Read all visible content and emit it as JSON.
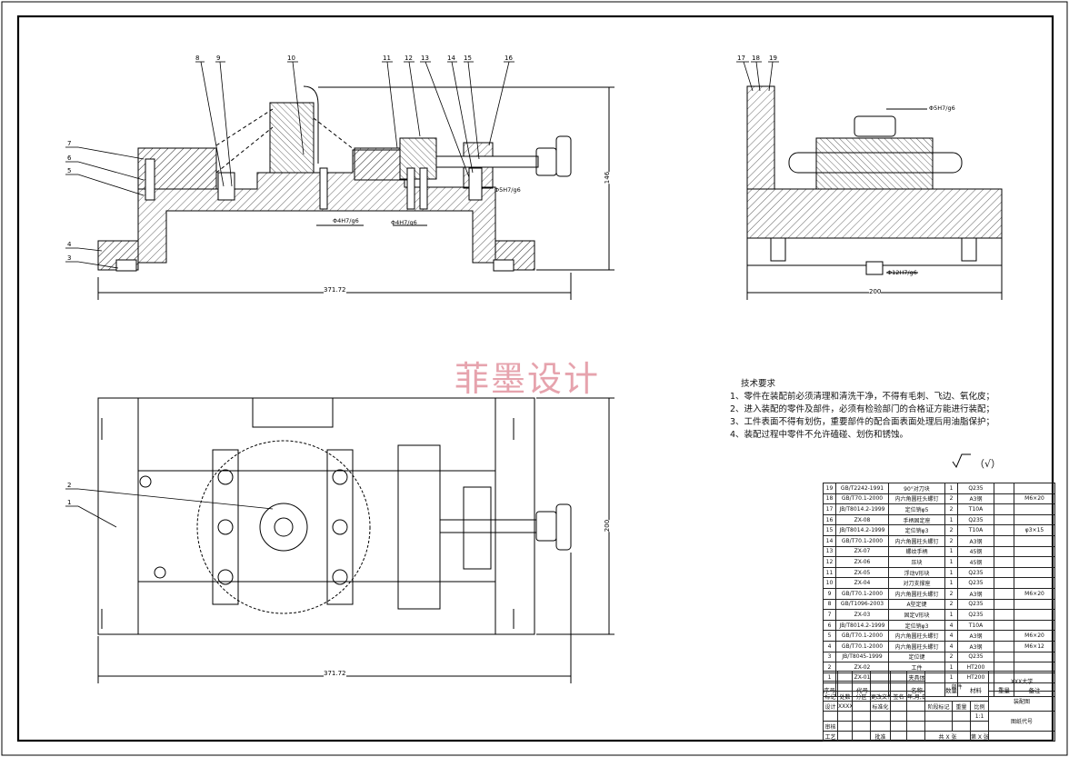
{
  "watermark": "菲墨设计",
  "tech_requirements": {
    "title": "技术要求",
    "items": [
      "1、零件在装配前必须清理和清洗干净，不得有毛刺、飞边、氧化皮；",
      "2、进入装配的零件及部件，必须有检验部门的合格证方能进行装配；",
      "3、工件表面不得有划伤，重要部件的配合面表面处理后用油脂保护；",
      "4、装配过程中零件不允许磕碰、划伤和锈蚀。"
    ]
  },
  "roughness_note": "（√）",
  "front_view": {
    "balloons": [
      "8",
      "9",
      "10",
      "11",
      "12",
      "13",
      "14",
      "15",
      "16",
      "7",
      "6",
      "5",
      "4",
      "3"
    ],
    "dims": {
      "width": "371.72",
      "height": "146",
      "fit1": "Φ4H7/g6",
      "fit2": "Φ4H7/g6",
      "fit3": "Φ5H7/g6"
    }
  },
  "side_view": {
    "balloons": [
      "17",
      "18",
      "19"
    ],
    "dims": {
      "width": "200",
      "fit1": "Φ5H7/g6",
      "fit2": "Φ12H7/g6"
    }
  },
  "top_view": {
    "balloons": [
      "2",
      "1"
    ],
    "dims": {
      "width": "371.72",
      "height": "200"
    }
  },
  "bom": {
    "rows": [
      [
        "19",
        "GB/T2242-1991",
        "90°对刀块",
        "1",
        "Q235",
        ""
      ],
      [
        "18",
        "GB/T70.1-2000",
        "内六角圆柱头螺钉",
        "2",
        "A3钢",
        "M6×20"
      ],
      [
        "17",
        "JB/T8014.2-1999",
        "定位销φ5",
        "2",
        "T10A",
        ""
      ],
      [
        "16",
        "ZX-08",
        "手柄固定座",
        "1",
        "Q235",
        ""
      ],
      [
        "15",
        "JB/T8014.2-1999",
        "定位销φ3",
        "2",
        "T10A",
        "φ3×15"
      ],
      [
        "14",
        "GB/T70.1-2000",
        "内六角圆柱头螺钉",
        "2",
        "A3钢",
        ""
      ],
      [
        "13",
        "ZX-07",
        "螺纹手柄",
        "1",
        "45钢",
        ""
      ],
      [
        "12",
        "ZX-06",
        "压块",
        "1",
        "45钢",
        ""
      ],
      [
        "11",
        "ZX-05",
        "浮动V形块",
        "1",
        "Q235",
        ""
      ],
      [
        "10",
        "ZX-04",
        "对刀支撑座",
        "1",
        "Q235",
        ""
      ],
      [
        "9",
        "GB/T70.1-2000",
        "内六角圆柱头螺钉",
        "2",
        "A3钢",
        "M6×20"
      ],
      [
        "8",
        "GB/T1096-2003",
        "A型定键",
        "2",
        "Q235",
        ""
      ],
      [
        "7",
        "ZX-03",
        "固定V形块",
        "1",
        "Q235",
        ""
      ],
      [
        "6",
        "JB/T8014.2-1999",
        "定位销φ3",
        "4",
        "T10A",
        ""
      ],
      [
        "5",
        "GB/T70.1-2000",
        "内六角圆柱头螺钉",
        "4",
        "A3钢",
        "M6×20"
      ],
      [
        "4",
        "GB/T70.1-2000",
        "内六角圆柱头螺钉",
        "4",
        "A3钢",
        "M6×12"
      ],
      [
        "3",
        "JB/T8045-1999",
        "定位键",
        "2",
        "Q235",
        ""
      ],
      [
        "2",
        "ZX-02",
        "工件",
        "1",
        "HT200",
        ""
      ],
      [
        "1",
        "ZX-01",
        "夹具体",
        "1",
        "HT200",
        ""
      ]
    ],
    "header": [
      "序号",
      "代号",
      "名称",
      "数量",
      "材料",
      "单件",
      "总计",
      "重量",
      "备注"
    ]
  },
  "title_block": {
    "part": "部件",
    "school": "XXX大学",
    "drawing": "装配图",
    "stage": "阶段标记",
    "weight": "重量",
    "scale": "比例",
    "scale_value": "1:1",
    "doc_no": "图纸代号",
    "sheets": "共 X 张",
    "sheet": "第 X 张",
    "design": "设计",
    "design_name": "XXXX",
    "standard": "标准化",
    "review": "审核",
    "process": "工艺",
    "approve": "批准",
    "mark": "标记",
    "count": "处数",
    "zone": "分区",
    "change": "更改文件号",
    "sign": "签名",
    "date": "年,月,日"
  }
}
